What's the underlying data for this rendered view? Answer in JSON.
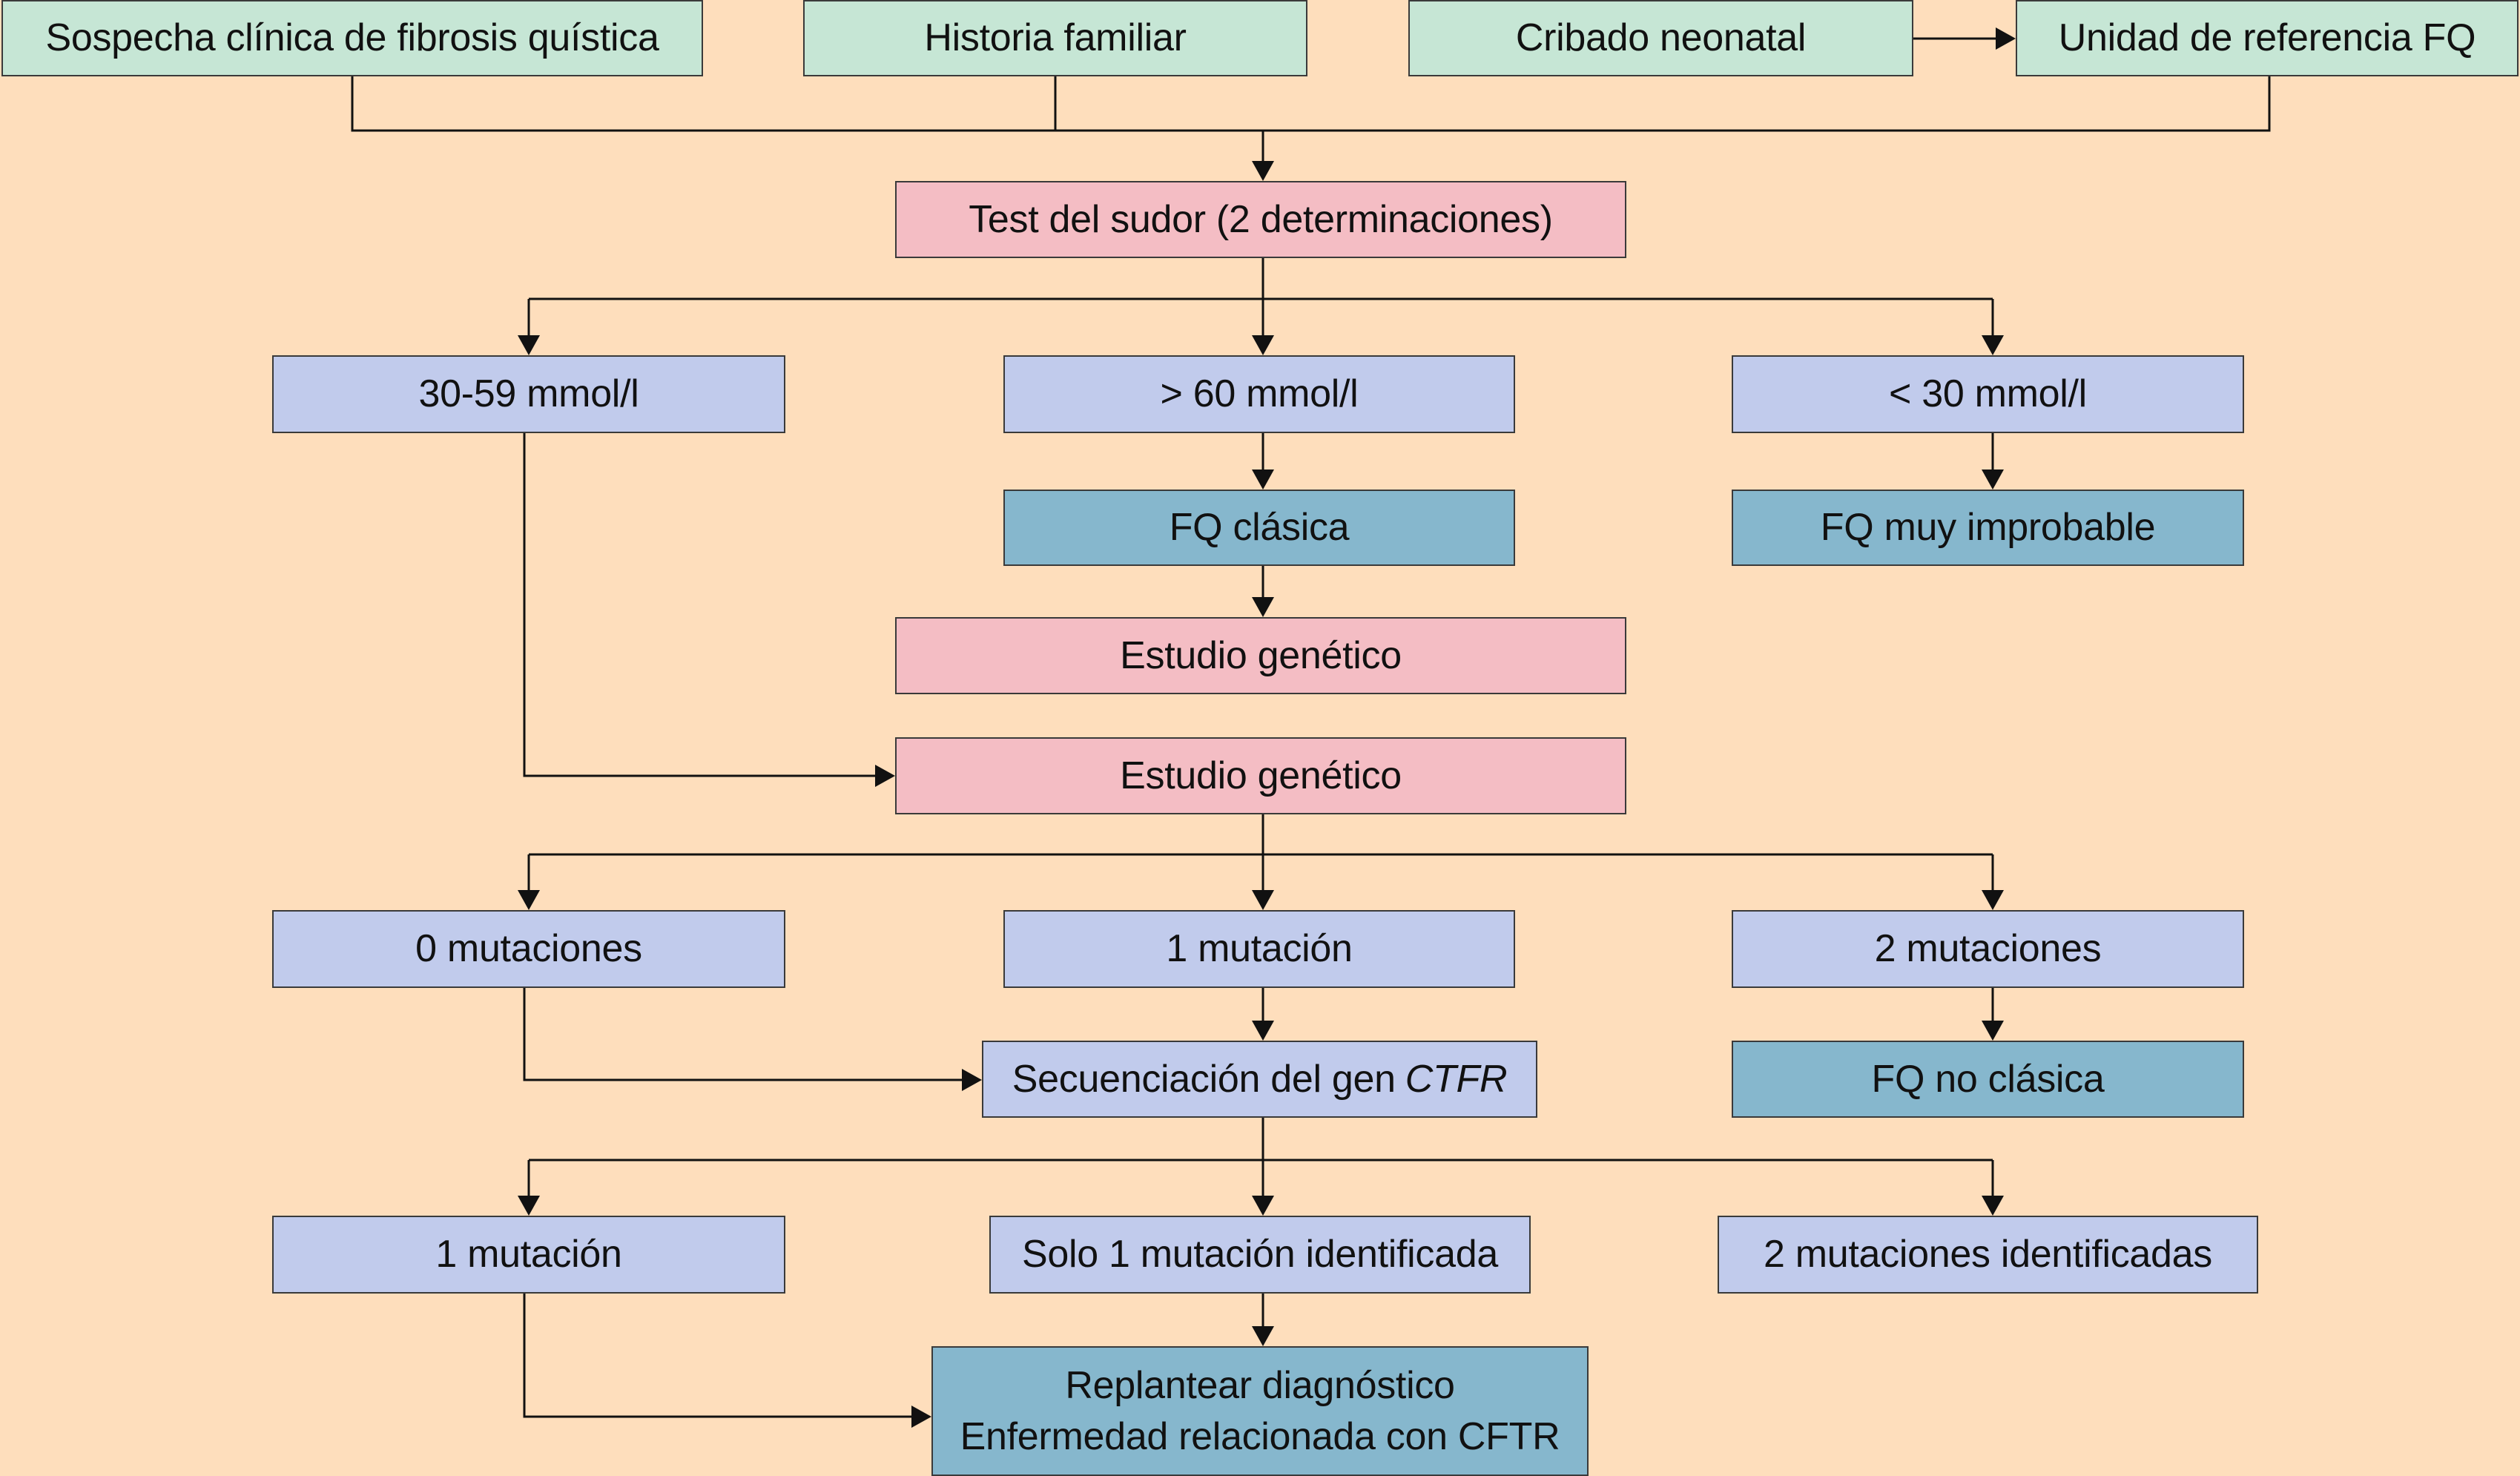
{
  "colors": {
    "background": "#FEDEBC",
    "input_box": "#C6E6D5",
    "test_box": "#F4BDC4",
    "result_box": "#C1CBEC",
    "diagnosis_box": "#86B7CD",
    "line": "#111111"
  },
  "nodes": {
    "sospecha": "Sospecha clínica de fibrosis quística",
    "historia": "Historia familiar",
    "cribado": "Cribado neonatal",
    "unidad": "Unidad de referencia FQ",
    "test_sudor": "Test del sudor (2 determinaciones)",
    "r_30_59": "30-59 mmol/l",
    "r_gt60": "> 60 mmol/l",
    "r_lt30": "< 30 mmol/l",
    "fq_clasica": "FQ clásica",
    "fq_improbable": "FQ muy improbable",
    "estudio_genetico_1": "Estudio genético",
    "estudio_genetico_2": "Estudio genético",
    "mut0": "0 mutaciones",
    "mut1": "1 mutación",
    "mut2": "2 mutaciones",
    "secuenciacion": "Secuenciación del gen",
    "secuenciacion_gene": "CTFR",
    "fq_no_clasica": "FQ no clásica",
    "final_1mut": "1 mutación",
    "solo1": "Solo 1 mutación identificada",
    "dos_ident": "2 mutaciones identificadas",
    "replantear_1": "Replantear diagnóstico",
    "replantear_2": "Enfermedad relacionada con CFTR"
  }
}
